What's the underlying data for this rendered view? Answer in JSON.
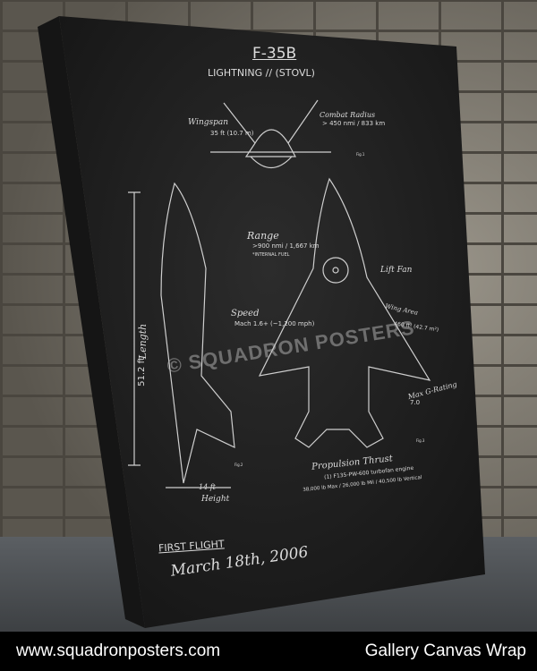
{
  "poster": {
    "title": "F-35B",
    "subtitle": "LIGHTNING // (STOVL)",
    "wingspan_label": "Wingspan",
    "wingspan_value": "35 ft (10.7 m)",
    "combat_radius_label": "Combat Radius",
    "combat_radius_value": "> 450 nmi / 833 km",
    "range_label": "Range",
    "range_value": ">900 nmi / 1,667 km",
    "range_note": "*INTERNAL FUEL",
    "lift_fan": "Lift Fan",
    "speed_label": "Speed",
    "speed_value": "Mach 1.6+ (~1,200 mph)",
    "wing_area_label": "Wing Area",
    "wing_area_value": "460 ft² (42.7 m²)",
    "max_g_label": "Max G-Rating",
    "max_g_value": "7.0",
    "length_label": "Length",
    "length_value": "51.2 ft",
    "height_value": "14 ft",
    "height_label": "Height",
    "thrust_label": "Propulsion Thrust",
    "thrust_engine": "(1) F135-PW-600 turbofan engine",
    "thrust_values": "38,000 lb Max / 26,000 lb Mil / 40,500 lb Vertical",
    "fig1": "Fig.1",
    "fig2": "Fig.2",
    "fig3": "Fig.3",
    "first_flight_label": "FIRST FLIGHT",
    "first_flight_date": "March 18th, 2006",
    "watermark": "© SQUADRON POSTERS"
  },
  "footer": {
    "website": "www.squadronposters.com",
    "product": "Gallery Canvas Wrap"
  }
}
